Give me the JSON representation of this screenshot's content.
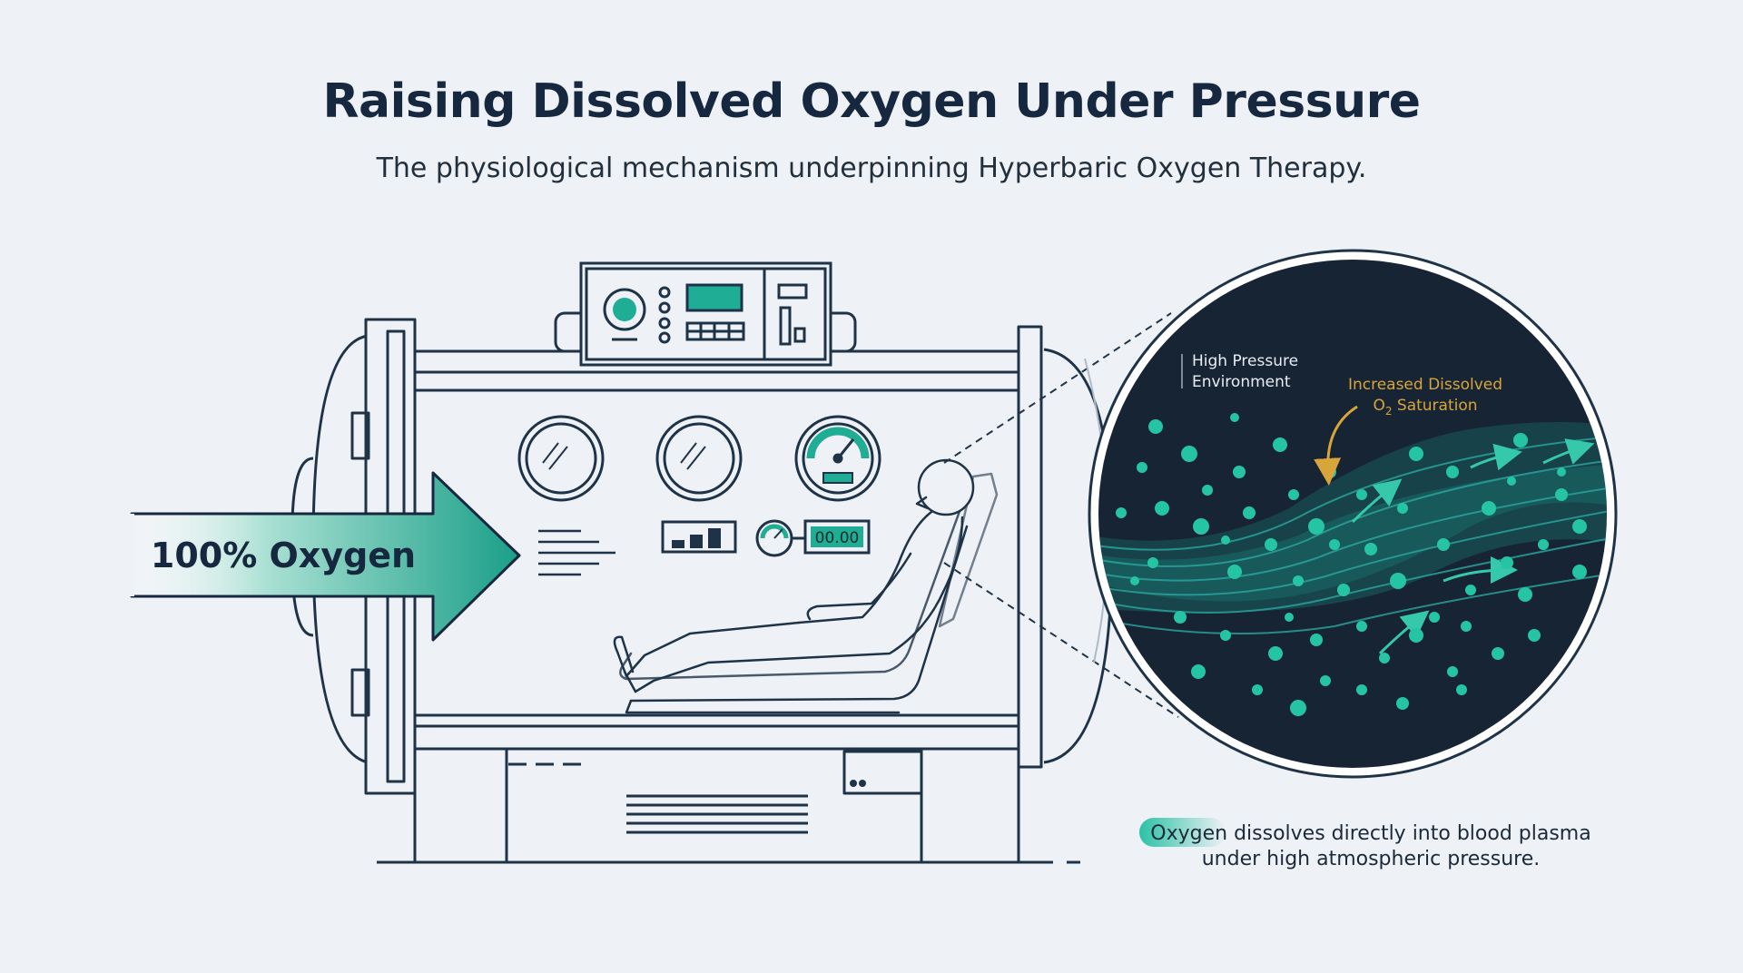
{
  "title": "Raising Dissolved Oxygen Under Pressure",
  "subtitle": "The physiological mechanism underpinning Hyperbaric Oxygen Therapy.",
  "arrow_label": "100% Oxygen",
  "display_readout": "00.00",
  "inset": {
    "pressure_line1": "High Pressure",
    "pressure_line2": "Environment",
    "dissolved_line1": "Increased Dissolved",
    "dissolved_line2_prefix": "O",
    "dissolved_line2_sub": "2",
    "dissolved_line2_suffix": " Saturation"
  },
  "caption": {
    "line1_highlight": "Oxygen",
    "line1_rest": " dissolves directly into blood plasma",
    "line2": "under high atmospheric pressure."
  },
  "colors": {
    "teal": "#1fae95",
    "navy": "#16283f",
    "line": "#1f3348",
    "inset_bg": "#172434",
    "gold": "#d8a53a"
  }
}
